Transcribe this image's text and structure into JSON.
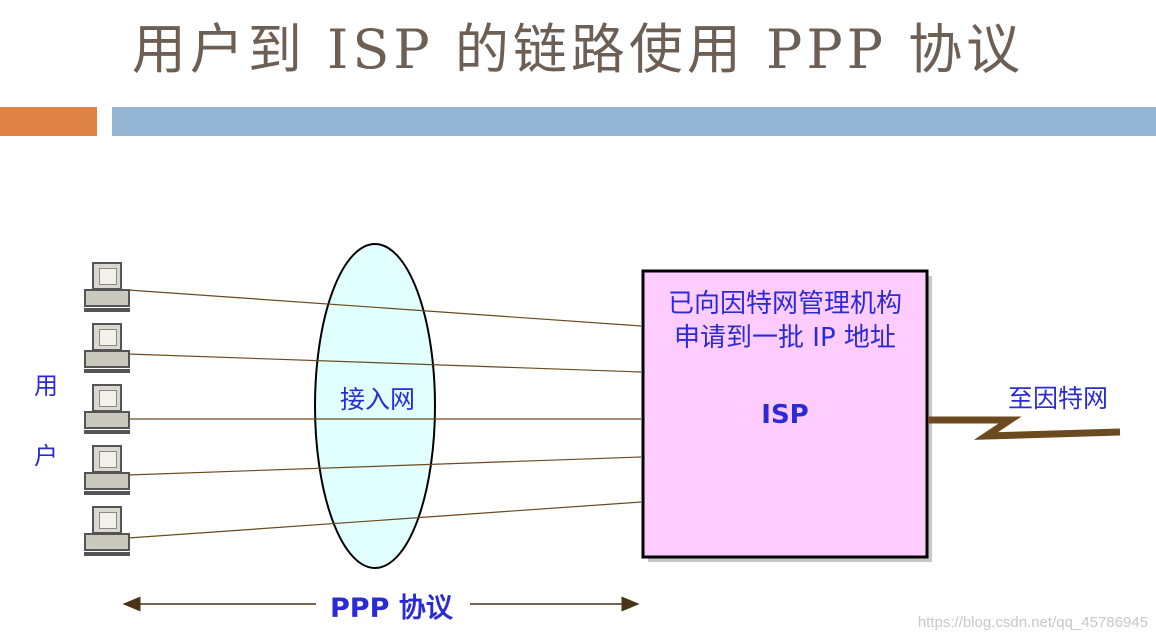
{
  "title": "用户到 ISP 的链路使用 PPP 协议",
  "user_label": [
    "用",
    "户"
  ],
  "access_network_label": "接入网",
  "isp_box": {
    "line1": "已向因特网管理机构",
    "line2": "申请到一批 IP 地址",
    "name": "ISP"
  },
  "internet_label": "至因特网",
  "ppp_label": "PPP 协议",
  "watermark": "https://blog.csdn.net/qq_45786945",
  "colors": {
    "title": "#6e5f55",
    "accent_orange": "#de8345",
    "accent_blue": "#93b4d3",
    "label_blue": "#2b2bd6",
    "ellipse_fill": "#e0fffe",
    "isp_fill": "#ffccff",
    "link_brown": "#6b4a1f"
  },
  "icons": [
    "computer-icon",
    "computer-icon",
    "computer-icon",
    "computer-icon",
    "computer-icon"
  ]
}
